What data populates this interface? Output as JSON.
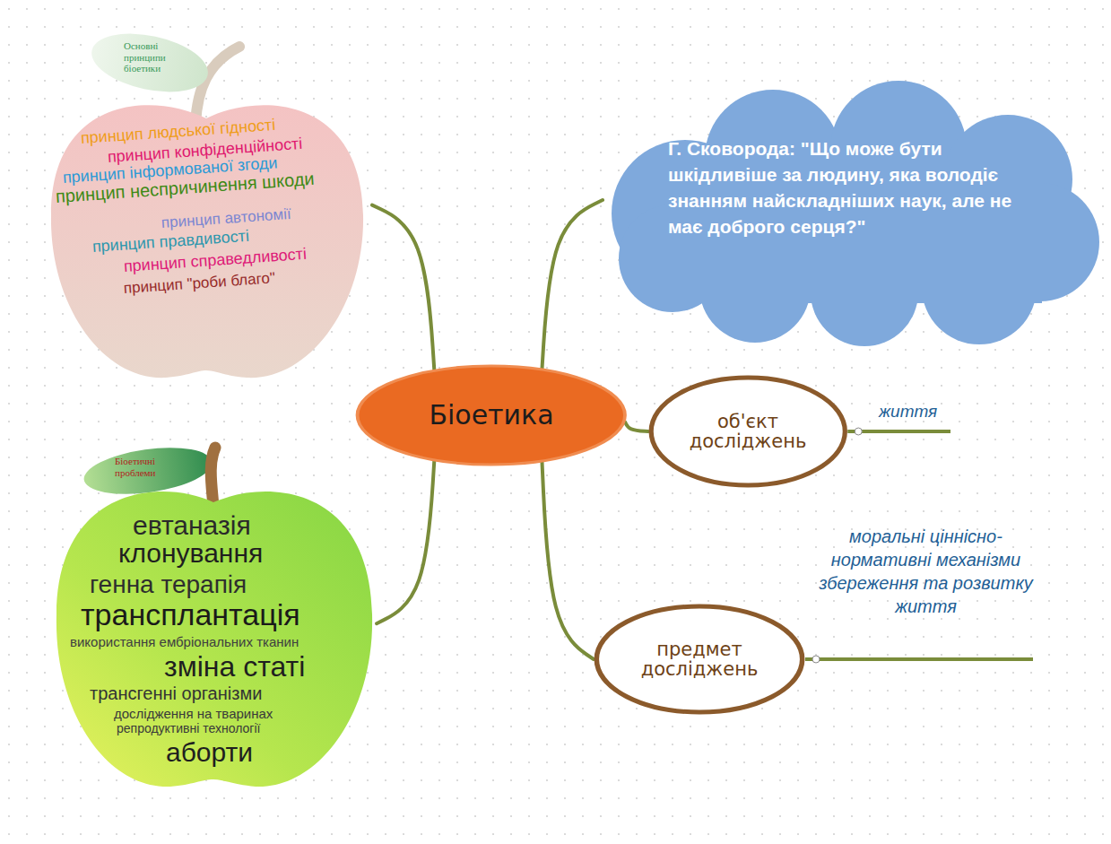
{
  "diagram": {
    "nodes": [
      {
        "text": [
          "Основні принципи біоетики",
          "принцип людської гідності",
          "принцип конфіденційності",
          "принцип інформованої згоди",
          "принцип неспричинення шкоди",
          "принцип автономії",
          "принцип правдивості",
          "принцип справедливості",
          "принцип \"роби благо\""
        ]
      },
      {
        "text": [
          "Г. Сковорода: \"Що може бути шкідливіше за людину, яка володіє знанням найскладніших наук, але не має доброго серця?\""
        ]
      },
      {
        "text": [
          "Біоетика"
        ]
      },
      {
        "text": [
          "об'єкт досліджень"
        ]
      },
      {
        "text": [
          "Біоетичні проблеми",
          "евтаназія",
          "клонування",
          "генна терапія",
          "трансплантація",
          "використання ембріональних тканин",
          "зміна статі",
          "трансгенні організми",
          "дослідження на тваринах",
          "репродуктивні технології",
          "аборти"
        ]
      },
      {
        "text": [
          "предмет досліджень"
        ]
      }
    ],
    "edges": [
      {
        "from": 2,
        "to": 0,
        "arrow": "none"
      },
      {
        "from": 2,
        "to": 1,
        "arrow": "none"
      },
      {
        "from": 2,
        "to": 3,
        "arrow": "none"
      },
      {
        "from": 2,
        "to": 4,
        "arrow": "none"
      },
      {
        "from": 2,
        "to": 5,
        "arrow": "none"
      }
    ],
    "labels": [
      "життя",
      "моральні ціннісно-нормативні механізми збереження та розвитку життя"
    ]
  }
}
